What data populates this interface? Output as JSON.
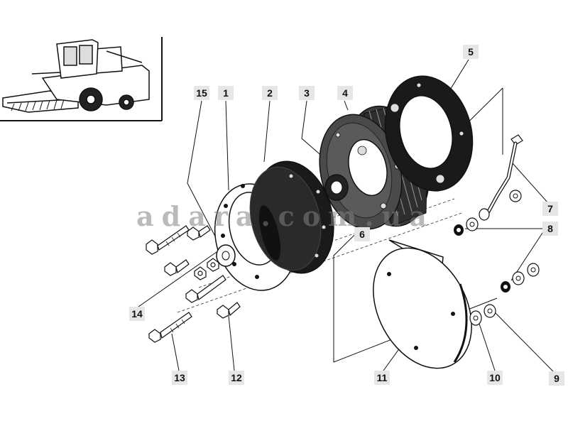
{
  "diagram": {
    "callouts": [
      {
        "id": "1",
        "text": "1"
      },
      {
        "id": "2",
        "text": "2"
      },
      {
        "id": "3",
        "text": "3"
      },
      {
        "id": "4",
        "text": "4"
      },
      {
        "id": "5",
        "text": "5"
      },
      {
        "id": "6",
        "text": "6"
      },
      {
        "id": "7",
        "text": "7"
      },
      {
        "id": "8",
        "text": "8"
      },
      {
        "id": "9",
        "text": "9"
      },
      {
        "id": "10",
        "text": "10"
      },
      {
        "id": "11",
        "text": "11"
      },
      {
        "id": "12",
        "text": "12"
      },
      {
        "id": "13",
        "text": "13"
      },
      {
        "id": "14",
        "text": "14"
      },
      {
        "id": "15",
        "text": "15"
      }
    ],
    "watermark": "adara.com.ua"
  },
  "colors": {
    "line": "#111111",
    "callout_bg": "#e6e6e6",
    "dark_part": "#1a1a1a",
    "watermark": "#8a8a8a"
  }
}
